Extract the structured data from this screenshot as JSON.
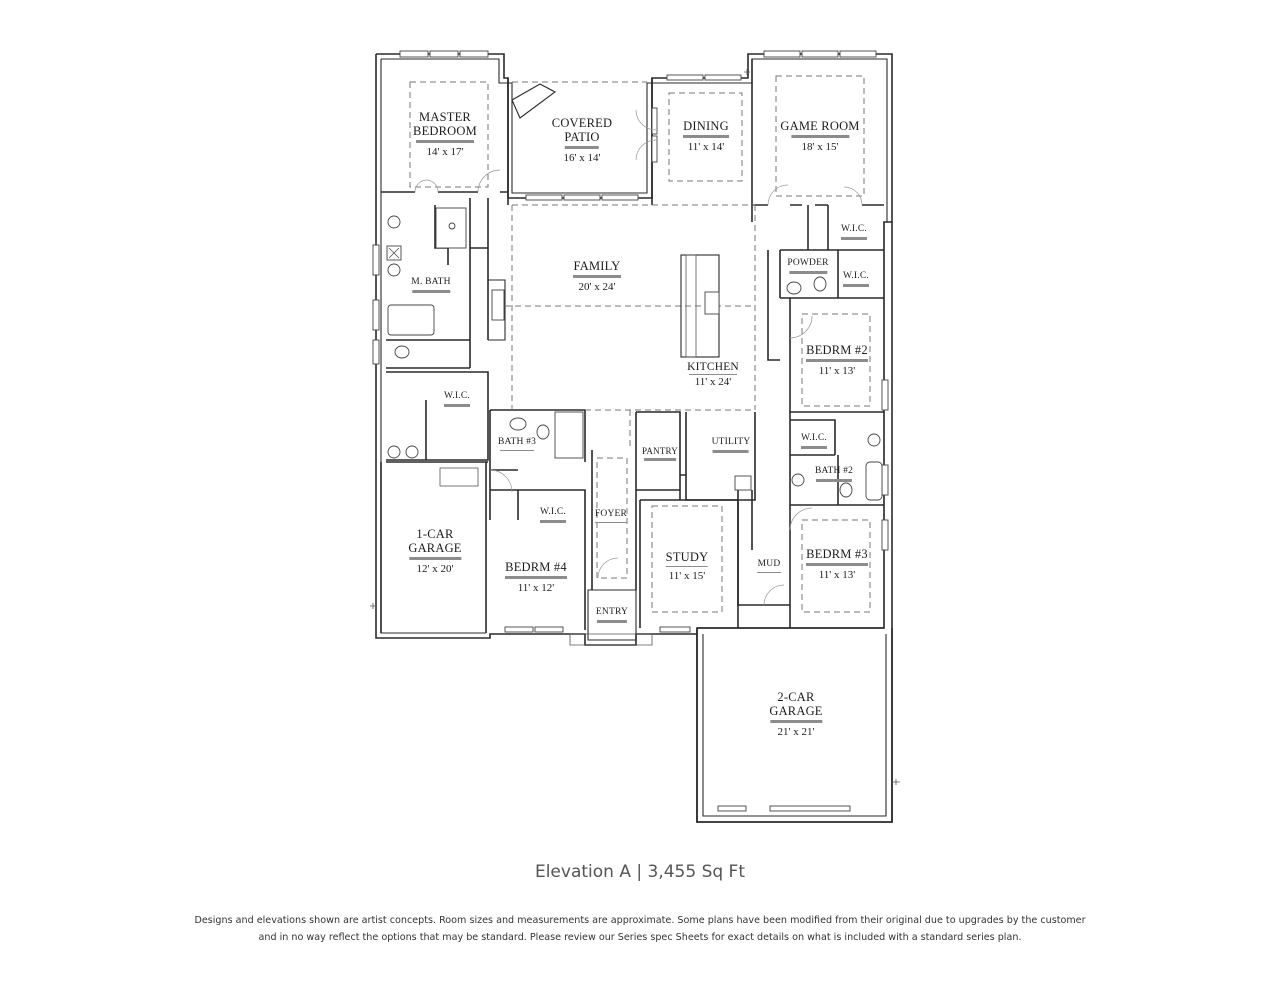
{
  "floor_plan": {
    "rooms": [
      {
        "id": "master-bedroom",
        "name_line1": "MASTER",
        "name_line2": "BEDROOM",
        "dims": "14' x 17'"
      },
      {
        "id": "covered-patio",
        "name_line1": "COVERED",
        "name_line2": "PATIO",
        "dims": "16' x 14'"
      },
      {
        "id": "dining",
        "name_line1": "DINING",
        "dims": "11' x 14'"
      },
      {
        "id": "game-room",
        "name_line1": "GAME ROOM",
        "dims": "18' x 15'"
      },
      {
        "id": "family",
        "name_line1": "FAMILY",
        "dims": "20' x 24'"
      },
      {
        "id": "kitchen",
        "name_line1": "KITCHEN",
        "dims": "11' x 24'"
      },
      {
        "id": "m-bath",
        "name_line1": "M. BATH"
      },
      {
        "id": "master-wic",
        "name_line1": "W.I.C."
      },
      {
        "id": "powder",
        "name_line1": "POWDER"
      },
      {
        "id": "wic-game",
        "name_line1": "W.I.C."
      },
      {
        "id": "wic-bedrm2",
        "name_line1": "W.I.C."
      },
      {
        "id": "bedrm-2",
        "name_line1": "BEDRM #2",
        "dims": "11' x 13'"
      },
      {
        "id": "bath-3",
        "name_line1": "BATH #3"
      },
      {
        "id": "pantry",
        "name_line1": "PANTRY"
      },
      {
        "id": "utility",
        "name_line1": "UTILITY"
      },
      {
        "id": "wic-bath2",
        "name_line1": "W.I.C."
      },
      {
        "id": "bath-2",
        "name_line1": "BATH #2"
      },
      {
        "id": "one-car-garage",
        "name_line1": "1-CAR",
        "name_line2": "GARAGE",
        "dims": "12' x 20'"
      },
      {
        "id": "wic-bedrm4",
        "name_line1": "W.I.C."
      },
      {
        "id": "foyer",
        "name_line1": "FOYER"
      },
      {
        "id": "bedrm-4",
        "name_line1": "BEDRM #4",
        "dims": "11' x 12'"
      },
      {
        "id": "study",
        "name_line1": "STUDY",
        "dims": "11' x 15'"
      },
      {
        "id": "mud",
        "name_line1": "MUD"
      },
      {
        "id": "bedrm-3",
        "name_line1": "BEDRM #3",
        "dims": "11' x 13'"
      },
      {
        "id": "entry",
        "name_line1": "ENTRY"
      },
      {
        "id": "two-car-garage",
        "name_line1": "2-CAR",
        "name_line2": "GARAGE",
        "dims": "21' x 21'"
      }
    ]
  },
  "caption": "Elevation A | 3,455 Sq Ft",
  "disclaimer": {
    "line1": "Designs and elevations shown are artist concepts. Room sizes and measurements are approximate. Some plans have been modified from their original due to upgrades by the customer",
    "line2": "and in no way reflect the options that may be standard. Please review our Series spec Sheets for exact details on what is included with a standard series plan."
  },
  "colors": {
    "line": "#2a2a2a",
    "label_bar": "#8c8c8c",
    "caption_text": "#555555"
  }
}
